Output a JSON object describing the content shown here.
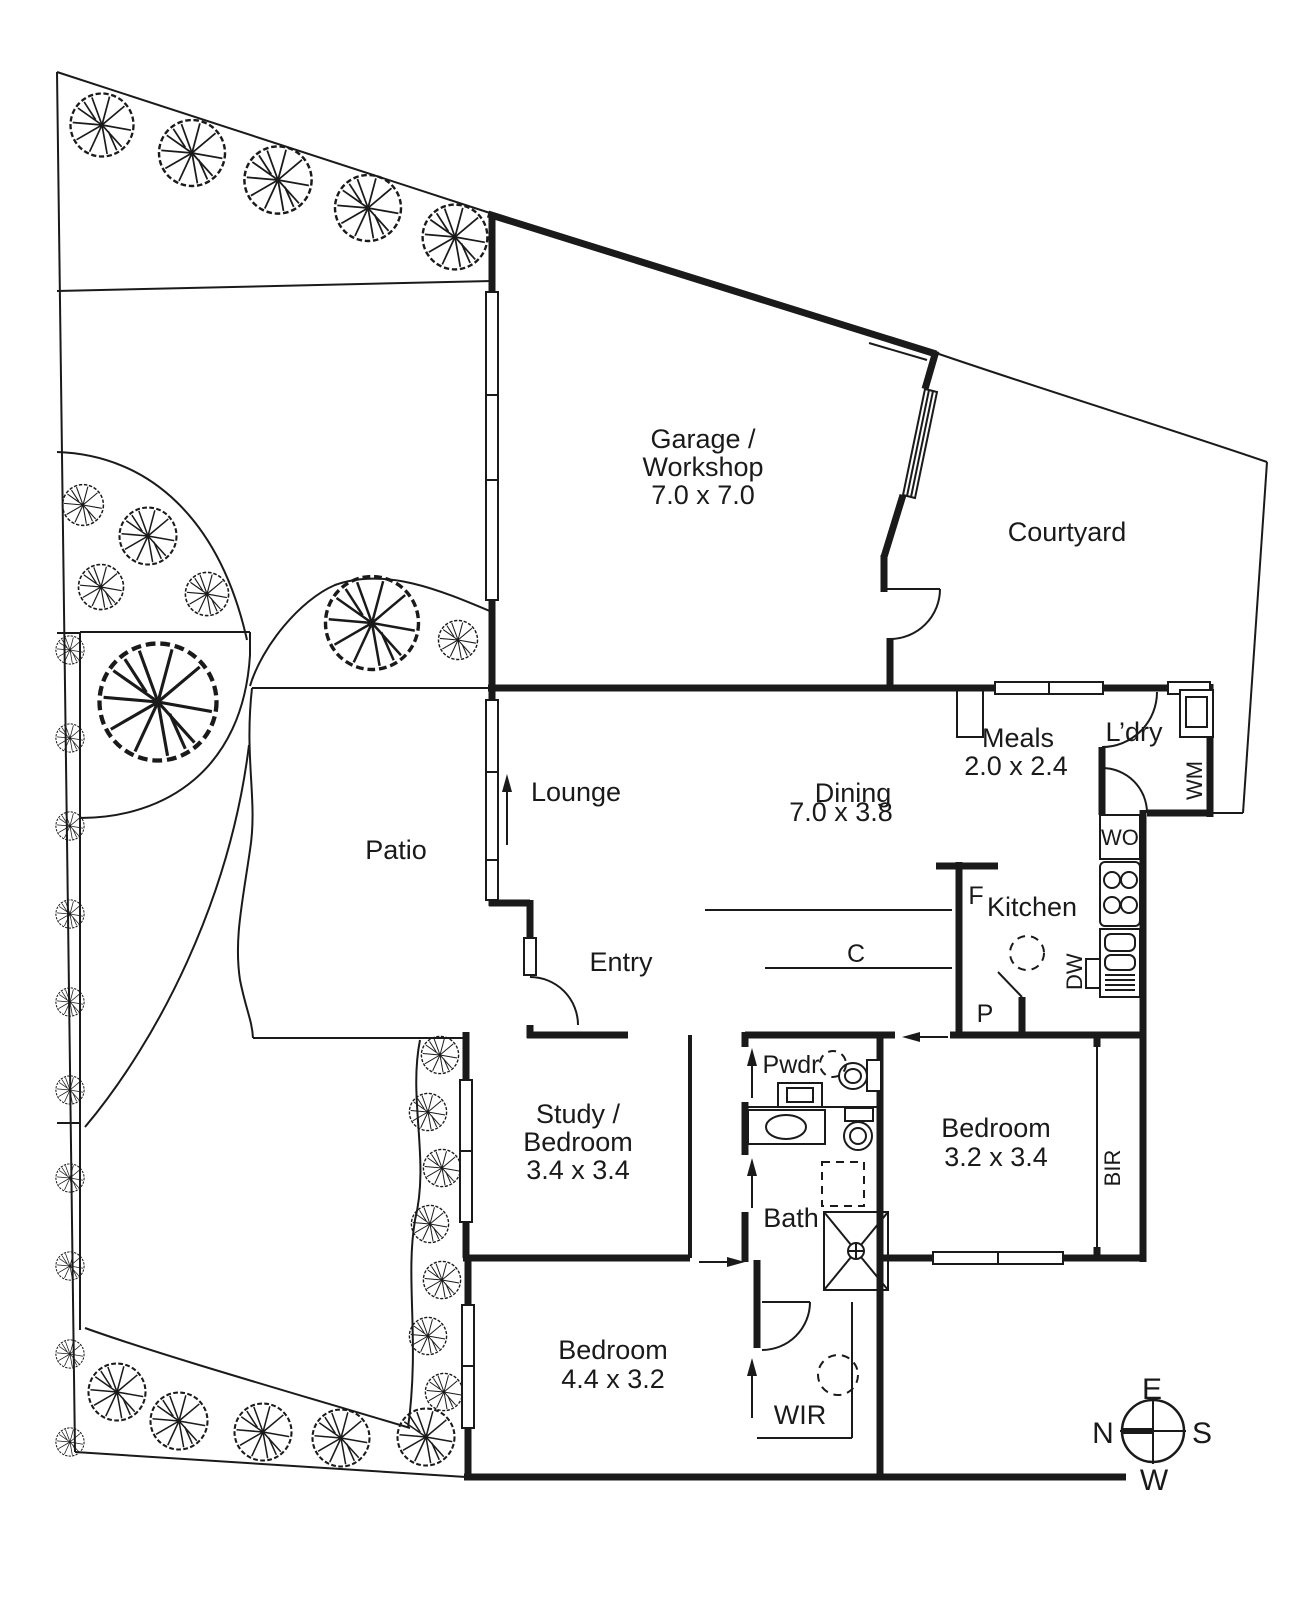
{
  "floorplan": {
    "title": "Single level residence floor plan",
    "rooms": {
      "garage": {
        "name_line1": "Garage /",
        "name_line2": "Workshop",
        "dims": "7.0 x 7.0"
      },
      "courtyard": {
        "name": "Courtyard"
      },
      "meals": {
        "name": "Meals",
        "dims": "2.0 x 2.4"
      },
      "laundry": {
        "name": "L’dry"
      },
      "lounge": {
        "name": "Lounge"
      },
      "dining": {
        "name": "Dining"
      },
      "lounge_dining_dims": "7.0 x 3.8",
      "patio": {
        "name": "Patio"
      },
      "kitchen": {
        "name": "Kitchen"
      },
      "entry": {
        "name": "Entry"
      },
      "study": {
        "name_line1": "Study /",
        "name_line2": "Bedroom",
        "dims": "3.4 x 3.4"
      },
      "bedroom2": {
        "name": "Bedroom",
        "dims": "3.2 x 3.4"
      },
      "bedroom1": {
        "name": "Bedroom",
        "dims": "4.4 x 3.2"
      },
      "bath": {
        "name": "Bath"
      },
      "powder": {
        "name": "Pwdr"
      },
      "wir": {
        "name": "WIR"
      },
      "bir": {
        "name": "BIR"
      }
    },
    "fixtures": {
      "washing_machine": "WM",
      "wall_oven": "WO",
      "dishwasher": "DW",
      "fridge": "F",
      "pantry": "P",
      "cupboard": "C"
    },
    "compass": {
      "top": "E",
      "left": "N",
      "right": "S",
      "bottom": "W"
    },
    "colors": {
      "ink": "#1a1a1a",
      "paper": "#ffffff"
    }
  }
}
